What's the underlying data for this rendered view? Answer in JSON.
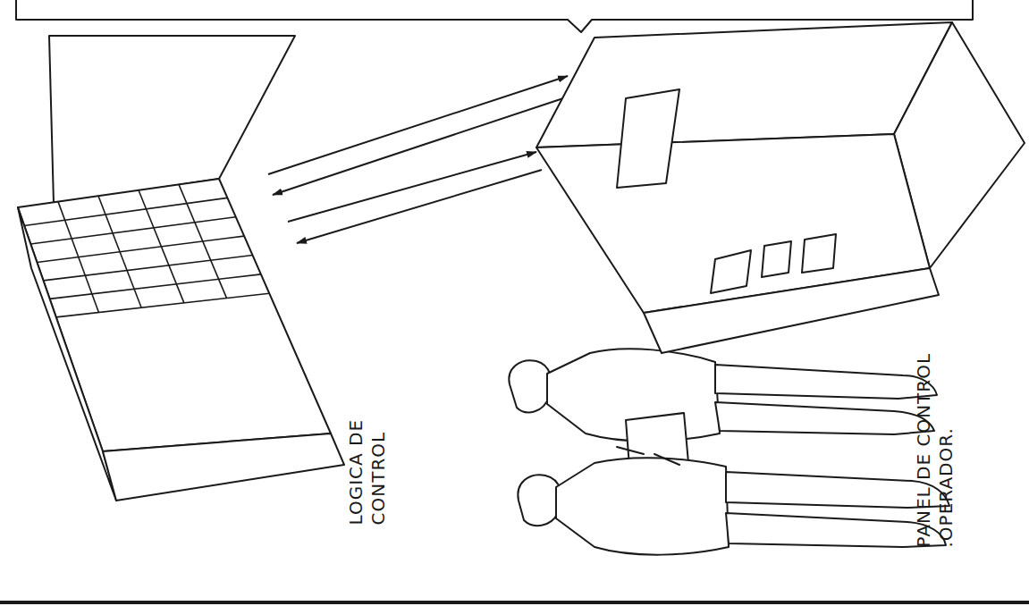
{
  "diagram": {
    "nodes": [
      {
        "text": [
          "LOGICA DE CONTROL"
        ]
      },
      {
        "text": [
          "PANEL DE CONTROL .OPERADOR."
        ]
      }
    ],
    "edges": [
      {
        "from": 0,
        "to": 1,
        "arrow": "to"
      },
      {
        "from": 1,
        "to": 0,
        "arrow": "to"
      },
      {
        "from": 0,
        "to": 1,
        "arrow": "to"
      },
      {
        "from": 1,
        "to": 0,
        "arrow": "to"
      }
    ]
  }
}
